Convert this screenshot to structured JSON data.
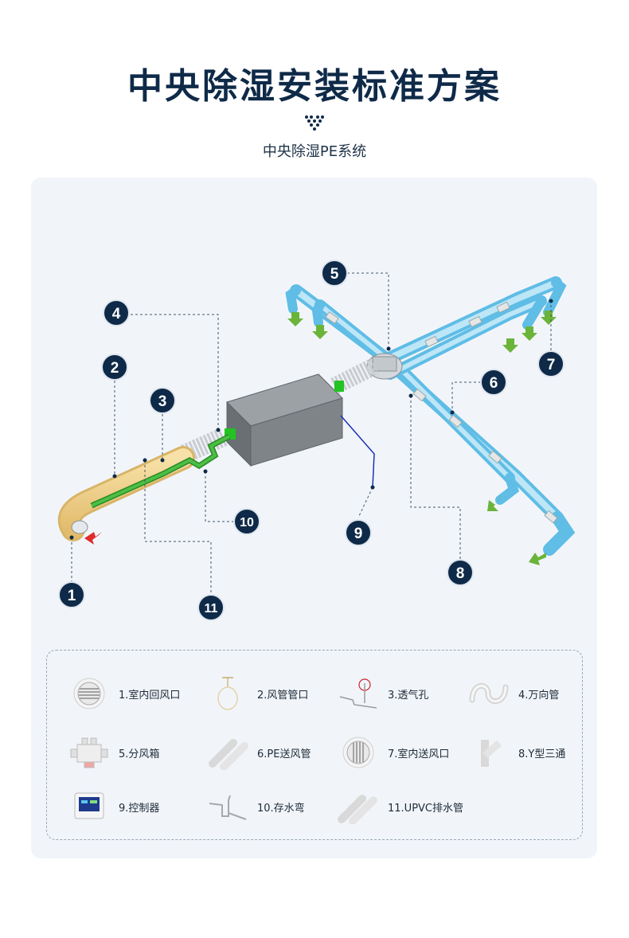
{
  "header": {
    "title": "中央除湿安装标准方案",
    "subtitle": "中央除湿PE系统"
  },
  "diagram": {
    "callouts": [
      "1",
      "2",
      "3",
      "4",
      "5",
      "6",
      "7",
      "8",
      "9",
      "10",
      "11"
    ],
    "colors": {
      "return_duct": "#f1d08c",
      "supply_duct": "#8fd3f0",
      "drain_pipe": "#3aa335",
      "unit_body": "#7f8488",
      "callout_bg": "#0f2a48",
      "arrow_green": "#6ab43a",
      "arrow_red": "#e12a2a"
    }
  },
  "legend": {
    "items": [
      {
        "label": "1.室内回风口",
        "icon": "round-grille-icon"
      },
      {
        "label": "2.风管管口",
        "icon": "duct-hanger-icon"
      },
      {
        "label": "3.透气孔",
        "icon": "vent-hole-icon"
      },
      {
        "label": "4.万向管",
        "icon": "flexible-duct-icon"
      },
      {
        "label": "5.分风箱",
        "icon": "distribution-box-icon"
      },
      {
        "label": "6.PE送风管",
        "icon": "pe-pipe-icon"
      },
      {
        "label": "7.室内送风口",
        "icon": "round-grille-icon"
      },
      {
        "label": "8.Y型三通",
        "icon": "y-tee-icon"
      },
      {
        "label": "9.控制器",
        "icon": "controller-icon"
      },
      {
        "label": "10.存水弯",
        "icon": "water-trap-icon"
      },
      {
        "label": "11.UPVC排水管",
        "icon": "upvc-pipe-icon"
      }
    ]
  }
}
